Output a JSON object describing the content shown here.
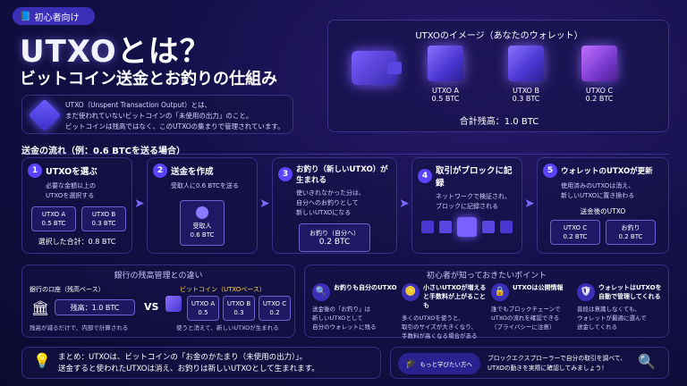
{
  "badge": {
    "label": "初心者向け"
  },
  "title": {
    "main_utxo": "UTXO",
    "main_rest": "とは？",
    "sub": "ビットコイン送金とお釣りの仕組み"
  },
  "intro": {
    "line1": "UTXO（Unspent Transaction Output）とは、",
    "line2": "まだ使われていないビットコインの「未使用の出力」のこと。",
    "line3": "ビットコインは残高ではなく、このUTXOの集まりで管理されています。"
  },
  "wallet": {
    "title": "UTXOのイメージ（あなたのウォレット）",
    "coins": [
      {
        "name": "UTXO A",
        "amount": "0.5 BTC"
      },
      {
        "name": "UTXO B",
        "amount": "0.3 BTC"
      },
      {
        "name": "UTXO C",
        "amount": "0.2 BTC"
      }
    ],
    "total": "合計残高：1.0 BTC"
  },
  "flow": {
    "title": "送金の流れ（例：0.6 BTCを送る場合）",
    "steps": [
      {
        "num": "1",
        "title": "UTXOを選ぶ",
        "desc1": "必要な金額以上の",
        "desc2": "UTXOを選択する",
        "box_a_name": "UTXO A",
        "box_a_amt": "0.5 BTC",
        "box_b_name": "UTXO B",
        "box_b_amt": "0.3 BTC",
        "footer": "選択した合計：0.8 BTC"
      },
      {
        "num": "2",
        "title": "送金を作成",
        "desc1": "受取人に0.6 BTCを送る",
        "recipient": "受取人",
        "recipient_amt": "0.6 BTC"
      },
      {
        "num": "3",
        "title": "お釣り（新しいUTXO）が生まれる",
        "desc1": "使いきれなかった分は、",
        "desc2": "自分へのお釣りとして",
        "desc3": "新しいUTXOになる",
        "change_label": "お釣り（自分へ）",
        "change_amt": "0.2 BTC"
      },
      {
        "num": "4",
        "title": "取引がブロックに記録",
        "desc1": "ネットワークで検証され、",
        "desc2": "ブロックに記録される"
      },
      {
        "num": "5",
        "title": "ウォレットのUTXOが更新",
        "desc1": "使用済みのUTXOは消え、",
        "desc2": "新しいUTXOに置き換わる",
        "after_label": "送金後のUTXO",
        "after_c_name": "UTXO C",
        "after_c_amt": "0.2 BTC",
        "after_change_name": "お釣り",
        "after_change_amt": "0.2 BTC"
      }
    ]
  },
  "bank": {
    "title": "銀行の残高管理との違い",
    "bank_label": "銀行の口座（残高ベース）",
    "bank_balance": "残高：1.0 BTC",
    "bank_note": "残高が減るだけで、内部で計算される",
    "vs": "VS",
    "btc_label": "ビットコイン（UTXOベース）",
    "utxos": [
      {
        "name": "UTXO A",
        "amt": "0.5"
      },
      {
        "name": "UTXO B",
        "amt": "0.3"
      },
      {
        "name": "UTXO C",
        "amt": "0.2"
      }
    ],
    "btc_note": "使うと消えて、新しいUTXOが生まれる"
  },
  "points": {
    "title": "初心者が知っておきたいポイント",
    "items": [
      {
        "head": "お釣りも自分のUTXO",
        "l1": "送金後の「お釣り」は",
        "l2": "新しいUTXOとして",
        "l3": "自分のウォレットに残る"
      },
      {
        "head": "小さいUTXOが増えると手数料が上がることも",
        "l1": "多くのUTXOを使うと、",
        "l2": "取引のサイズが大きくなり、",
        "l3": "手数料が高くなる場合がある"
      },
      {
        "head": "UTXOは公開情報",
        "l1": "誰でもブロックチェーンで",
        "l2": "UTXOの流れを確認できる",
        "l3": "（プライバシーに注意）"
      },
      {
        "head": "ウォレットはUTXOを自動で管理してくれる",
        "l1": "普段は意識しなくても、",
        "l2": "ウォレットが最適に選んで",
        "l3": "送金してくれる"
      }
    ]
  },
  "summary": {
    "line1": "まとめ：UTXOは、ビットコインの「お金のかたまり（未使用の出力）」。",
    "line2": "送金すると使われたUTXOは消え、お釣りは新しいUTXOとして生まれます。"
  },
  "more": {
    "button": "もっと学びたい方へ",
    "line1": "ブロックエクスプローラーで自分の取引を調べて、",
    "line2": "UTXOの動きを実際に確認してみましょう！"
  }
}
